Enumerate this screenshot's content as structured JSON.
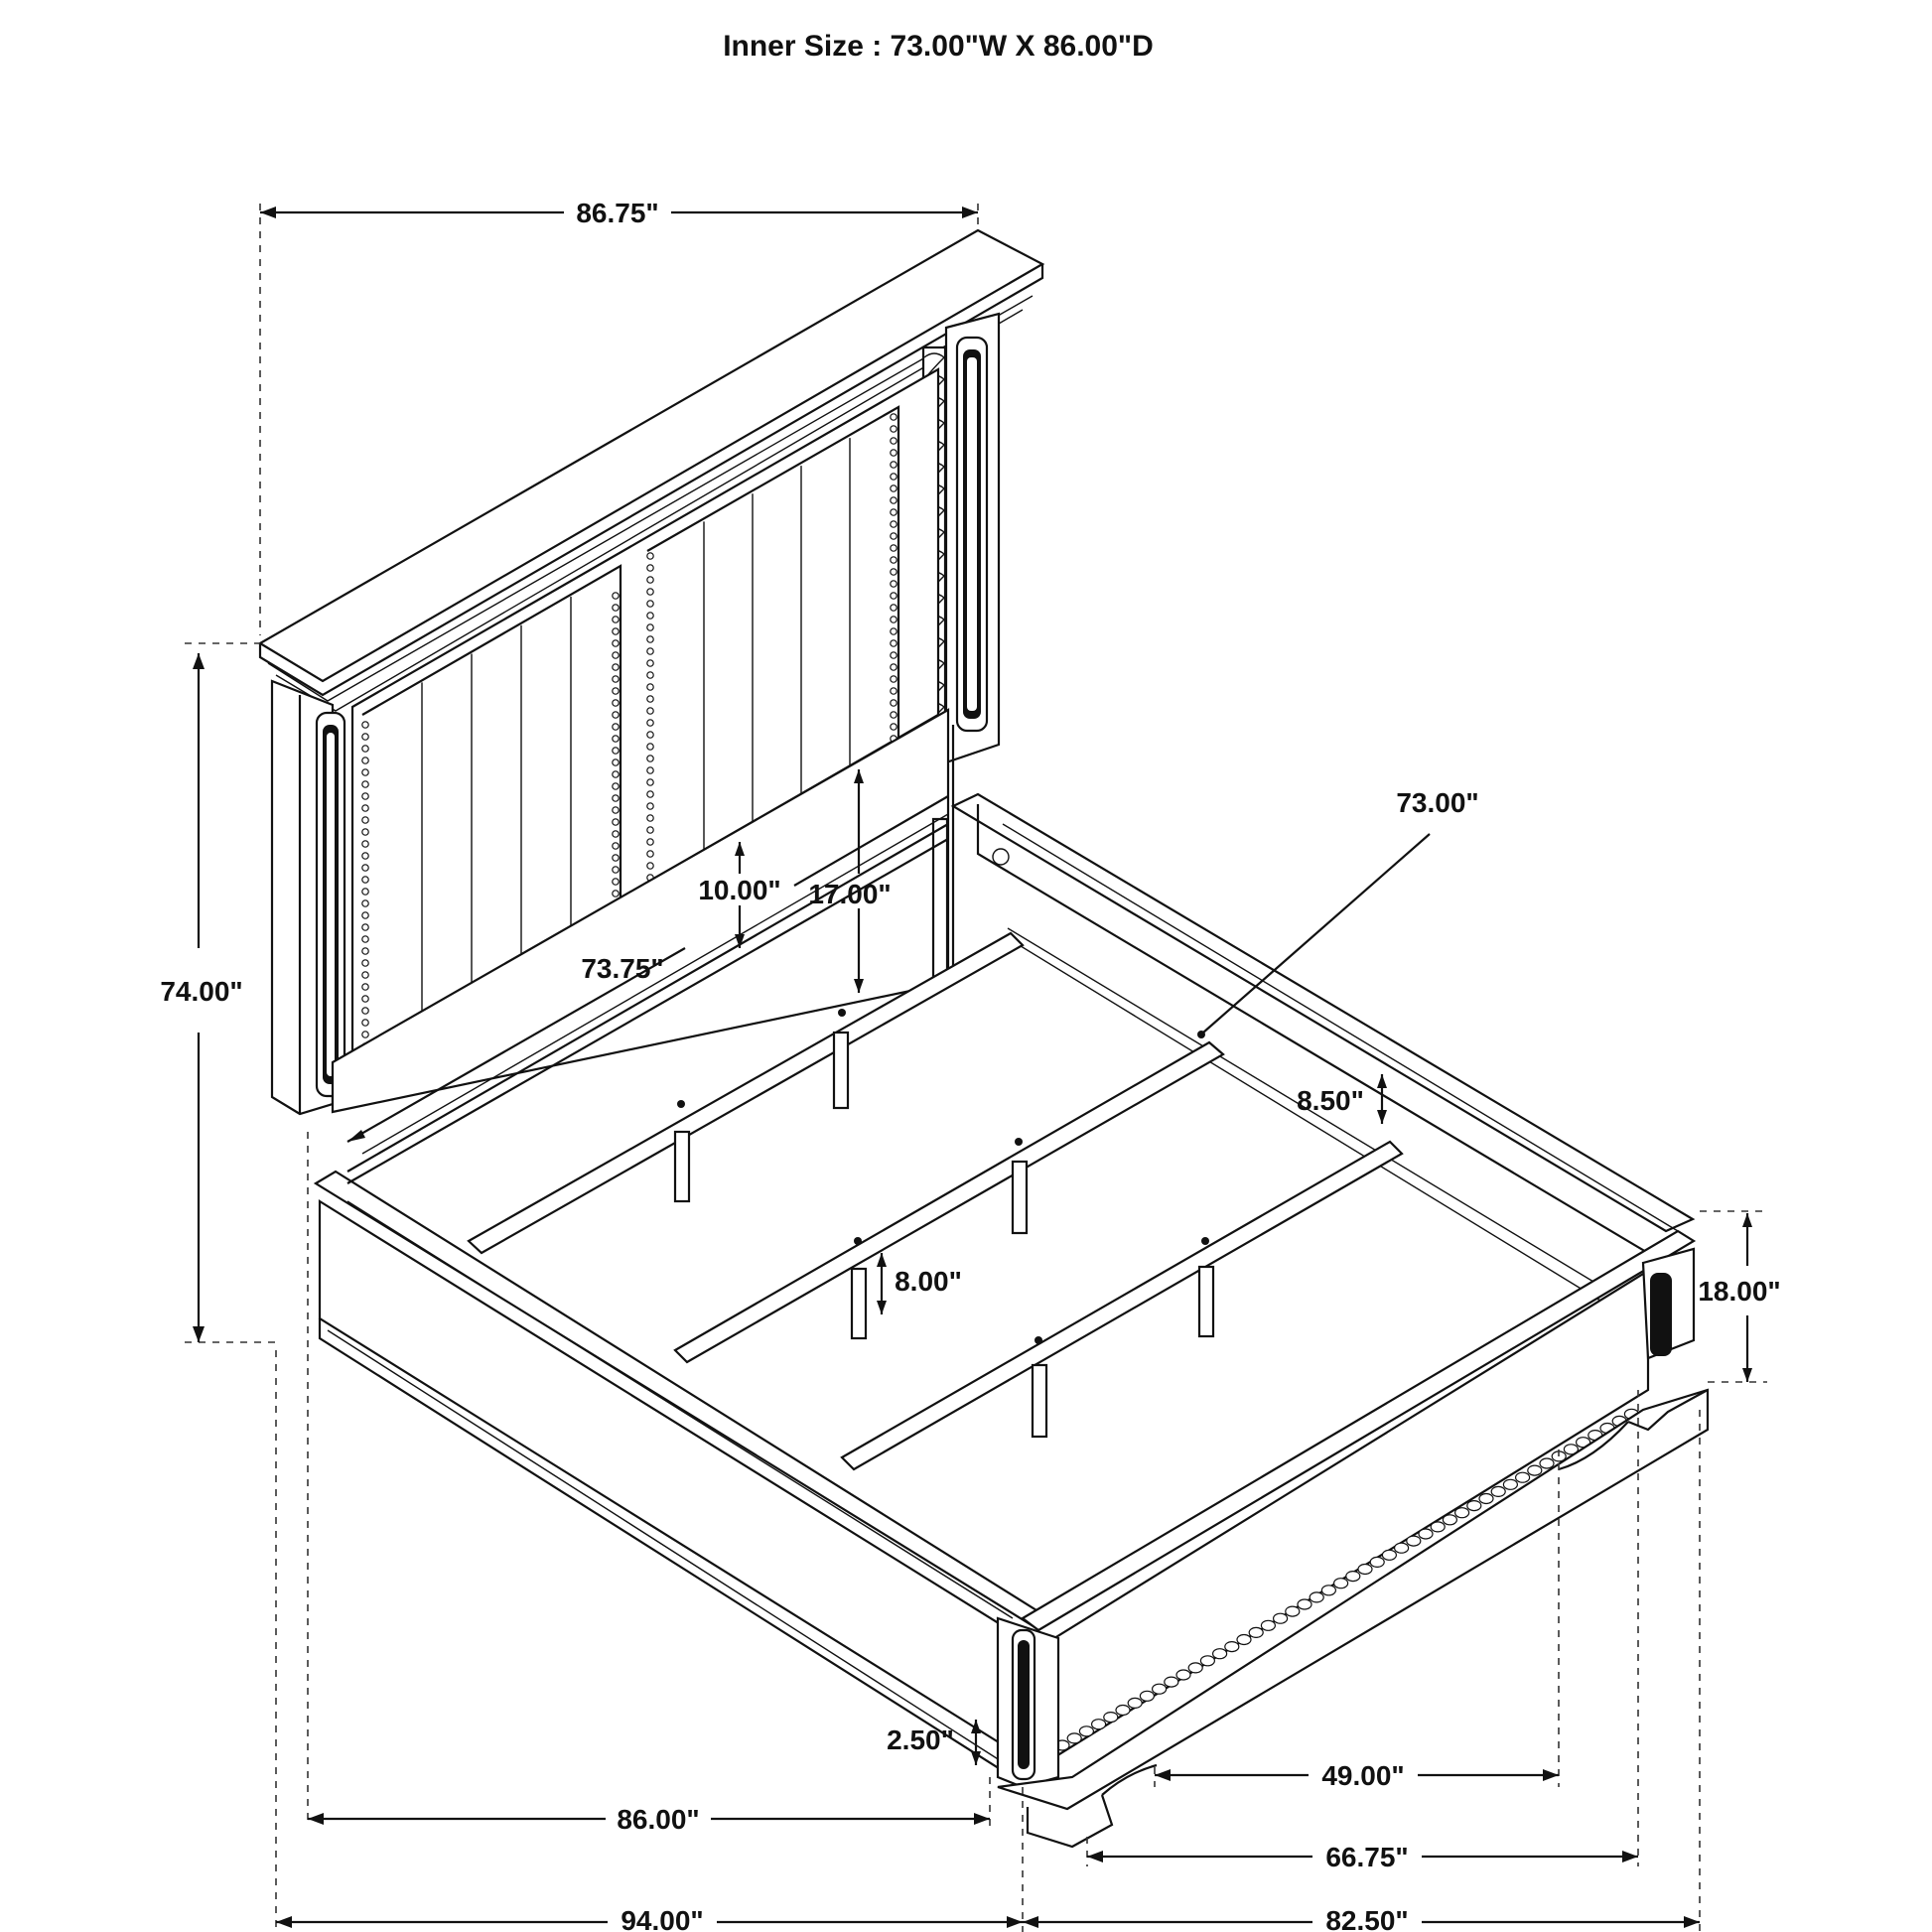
{
  "title": "Inner Size : 73.00\"W X 86.00\"D",
  "dimensions": {
    "headboard_width": "86.75\"",
    "headboard_height": "74.00\"",
    "panel_10": "10.00\"",
    "panel_17": "17.00\"",
    "panel_width": "73.75\"",
    "inner_width": "73.00\"",
    "slat_gap": "8.50\"",
    "leg_height": "8.00\"",
    "footboard_height": "18.00\"",
    "base_height": "2.50\"",
    "inner_length": "86.00\"",
    "footboard_inner": "49.00\"",
    "footboard_width": "66.75\"",
    "overall_length": "94.00\"",
    "overall_width": "82.50\""
  }
}
